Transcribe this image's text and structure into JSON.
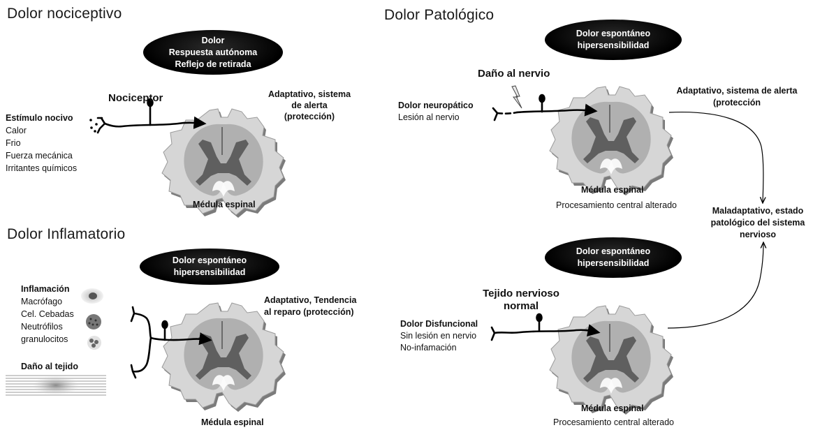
{
  "panels": {
    "nociceptive": {
      "title": "Dolor nociceptivo",
      "ellipse_lines": [
        "Dolor",
        "Respuesta autónoma",
        "Reflejo de retirada"
      ],
      "neuron_label": "Nociceptor",
      "stimulus_heading": "Estímulo nocivo",
      "stimulus_items": [
        "Calor",
        "Frio",
        "Fuerza mecánica",
        "Irritantes químicos"
      ],
      "outcome_lines": [
        "Adaptativo, sistema",
        "de alerta",
        "(protección)"
      ],
      "spinal_label": "Médula espinal"
    },
    "inflammatory": {
      "title": "Dolor Inflamatorio",
      "ellipse_lines": [
        "Dolor espontáneo",
        "hipersensibilidad"
      ],
      "inflammation_heading": "Inflamación",
      "cell_items": [
        "Macrófago",
        "Cel. Cebadas",
        "Neutrófilos",
        "granulocitos"
      ],
      "tissue_label": "Daño al tejido",
      "outcome_lines": [
        "Adaptativo, Tendencia",
        "al reparo (protección)"
      ],
      "spinal_label": "Médula espinal"
    },
    "pathological": {
      "title": "Dolor Patológico",
      "ellipse_lines": [
        "Dolor espontáneo",
        "hipersensibilidad"
      ],
      "damage_label": "Daño al nervio",
      "type_heading": "Dolor neuropático",
      "type_sub": "Lesión al nervio",
      "outcome_lines": [
        "Adaptativo, sistema de alerta",
        "(protección"
      ],
      "spinal_label": "Médula espinal",
      "processing_label": "Procesamiento central alterado"
    },
    "dysfunctional": {
      "ellipse_lines": [
        "Dolor espontáneo",
        "hipersensibilidad"
      ],
      "tissue_label_lines": [
        "Tejido nervioso",
        "normal"
      ],
      "type_heading": "Dolor Disfuncional",
      "type_items": [
        "Sin lesión en nervio",
        "No-infamación"
      ],
      "spinal_label": "Médula espinal",
      "processing_label": "Procesamiento central alterado"
    },
    "maladaptive": {
      "lines": [
        "Maladaptativo, estado",
        "patológico del sistema",
        "nervioso"
      ]
    }
  },
  "colors": {
    "ellipse": "#000000",
    "cord_outer": "#d6d6d6",
    "cord_inner": "#a9a9a9",
    "gray_matter": "#6e6e6e"
  }
}
